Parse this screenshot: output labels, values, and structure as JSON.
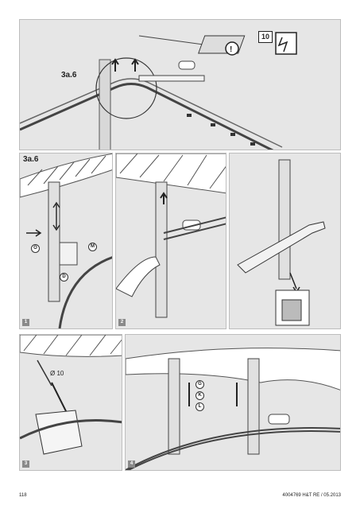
{
  "top": {
    "ref_label": "3a.6",
    "callout_number": "10"
  },
  "row2": {
    "ref_label": "3a.6",
    "step": "1",
    "parts": {
      "m": "M",
      "o": "O",
      "d": "D"
    }
  },
  "row2b": {
    "step": "2"
  },
  "row3": {
    "step": "3",
    "drill_size": "Ø 10"
  },
  "row3b": {
    "step": "4",
    "parts": {
      "g": "G",
      "k": "K",
      "l": "L"
    }
  },
  "footer": {
    "page": "118",
    "doc_code": "4004769 H&T  RE / 05.2013"
  }
}
